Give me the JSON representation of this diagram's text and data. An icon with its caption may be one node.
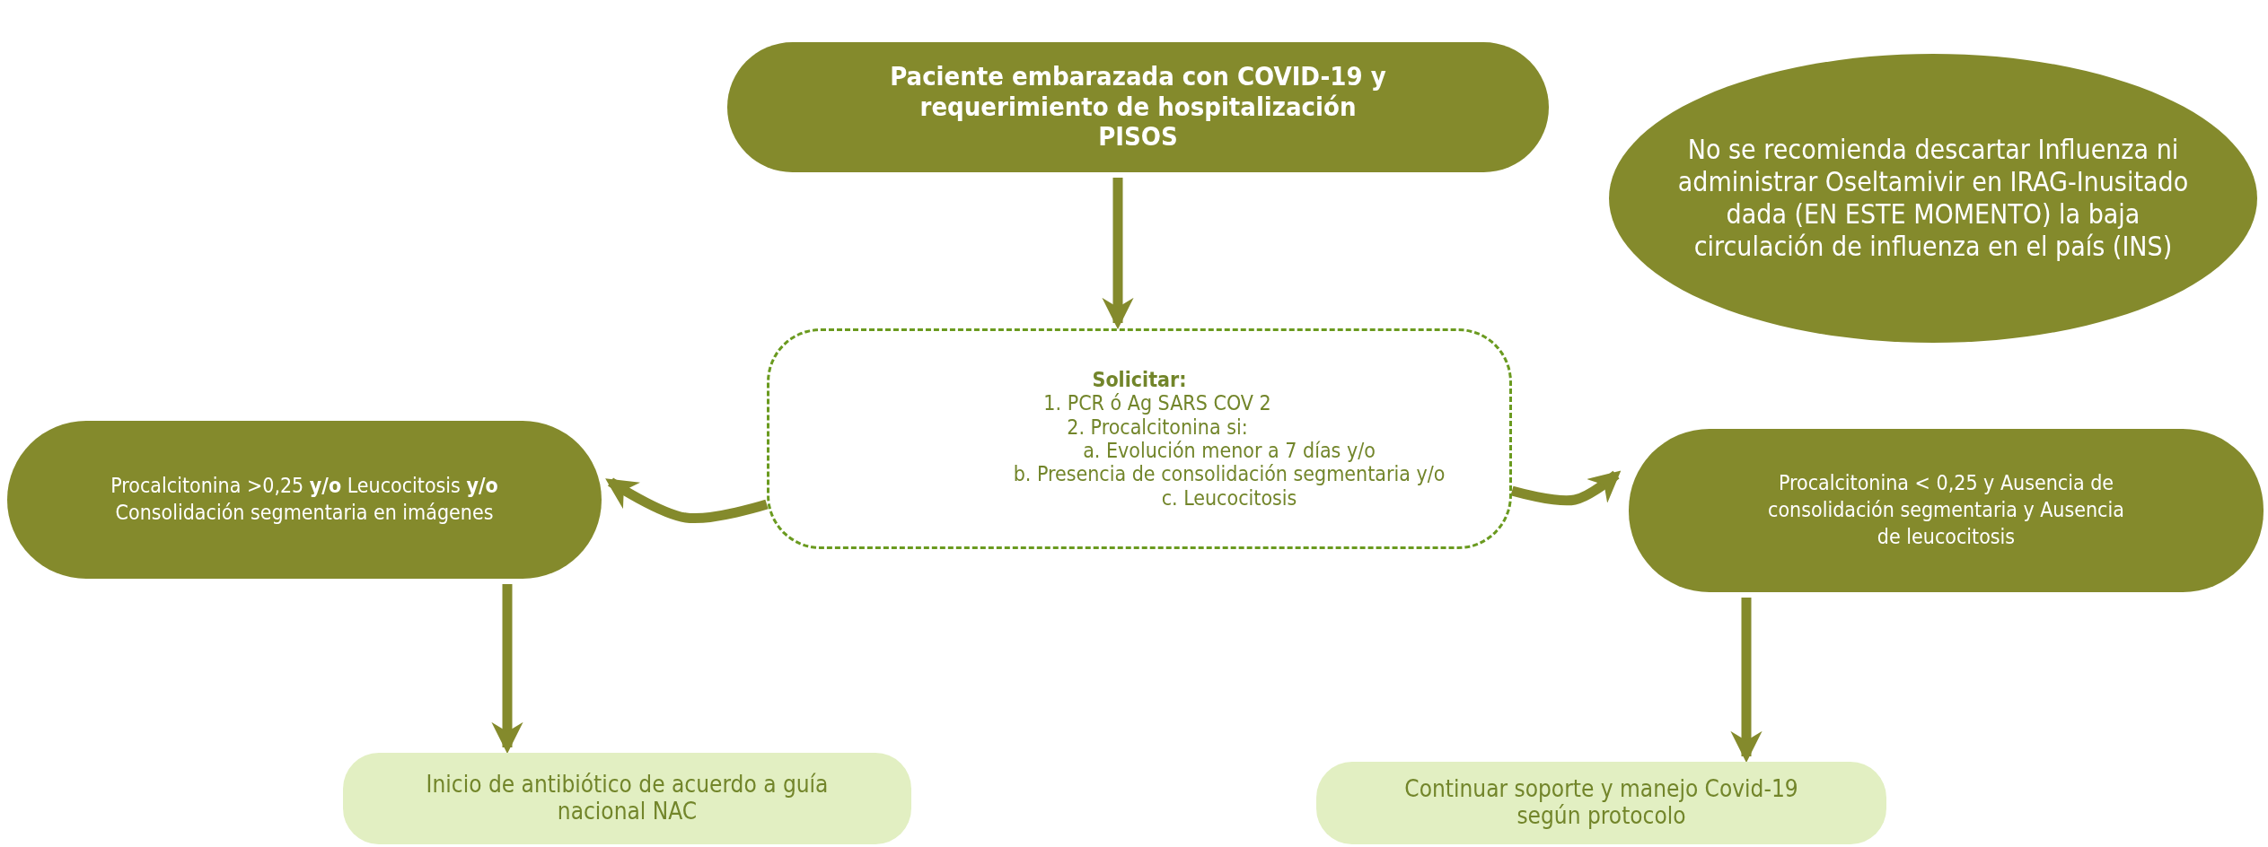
{
  "diagram": {
    "nodes": [
      {
        "text": [
          "Paciente embarazada con COVID-19 y requerimiento de hospitalización",
          "PISOS"
        ]
      },
      {
        "text": [
          "No se recomienda descartar Influenza ni administrar Oseltamivir en IRAG-Inusitado dada (EN ESTE MOMENTO) la baja circulación de influenza en el país (INS)"
        ]
      },
      {
        "text": [
          "Solicitar:",
          "1. PCR ó Ag SARS COV 2",
          "2. Procalcitonina si:",
          "a. Evolución menor a 7 días y/o",
          "b. Presencia de consolidación segmentaria y/o",
          "c. Leucocitosis"
        ]
      },
      {
        "text": [
          "Procalcitonina >0,25 **y/o** Leucocitosis **y/o** Consolidación segmentaria en imágenes"
        ]
      },
      {
        "text": [
          "Procalcitonina < 0,25 y Ausencia de consolidación segmentaria y Ausencia de leucocitosis"
        ]
      },
      {
        "text": [
          "Inicio de antibiótico de acuerdo a guía nacional NAC"
        ]
      },
      {
        "text": [
          "Continuar soporte y manejo Covid-19 según protocolo"
        ]
      }
    ],
    "edges": [
      {
        "from": 0,
        "to": 2,
        "arrow": "to"
      },
      {
        "from": 2,
        "to": 3,
        "arrow": "to"
      },
      {
        "from": 2,
        "to": 4,
        "arrow": "to"
      },
      {
        "from": 3,
        "to": 5,
        "arrow": "to"
      },
      {
        "from": 4,
        "to": 6,
        "arrow": "to"
      }
    ]
  }
}
